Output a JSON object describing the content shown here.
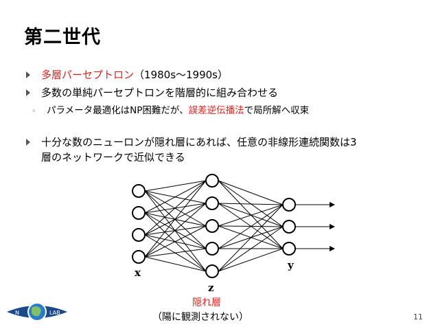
{
  "slide": {
    "title": "第二世代",
    "page_number": "11"
  },
  "bullets": [
    {
      "prefix": "",
      "highlight": "多層パーセプトロン",
      "suffix": "（1980s〜1990s）"
    },
    {
      "text": "多数の単純パーセプトロンを階層的に組み合わせる"
    },
    {
      "prefix": "パラメータ最適化はNP困難だが、",
      "highlight": "誤差逆伝播法",
      "suffix": "で局所解へ収束"
    },
    {
      "line1": "十分な数のニューロンが隠れ層にあれば、任意の非線形連続関数は3",
      "line2": "層のネットワークで近似できる"
    }
  ],
  "network": {
    "input_label": "x",
    "hidden_label": "z",
    "output_label": "y",
    "input_count": 4,
    "hidden_count": 5,
    "output_count": 3,
    "hidden_caption": "隠れ層",
    "hidden_note": "（陽に観測されない）"
  },
  "logo": {
    "left_text": "N",
    "right_text": "LAB"
  },
  "colors": {
    "highlight": "#e0201c",
    "bullet": "#555555"
  }
}
